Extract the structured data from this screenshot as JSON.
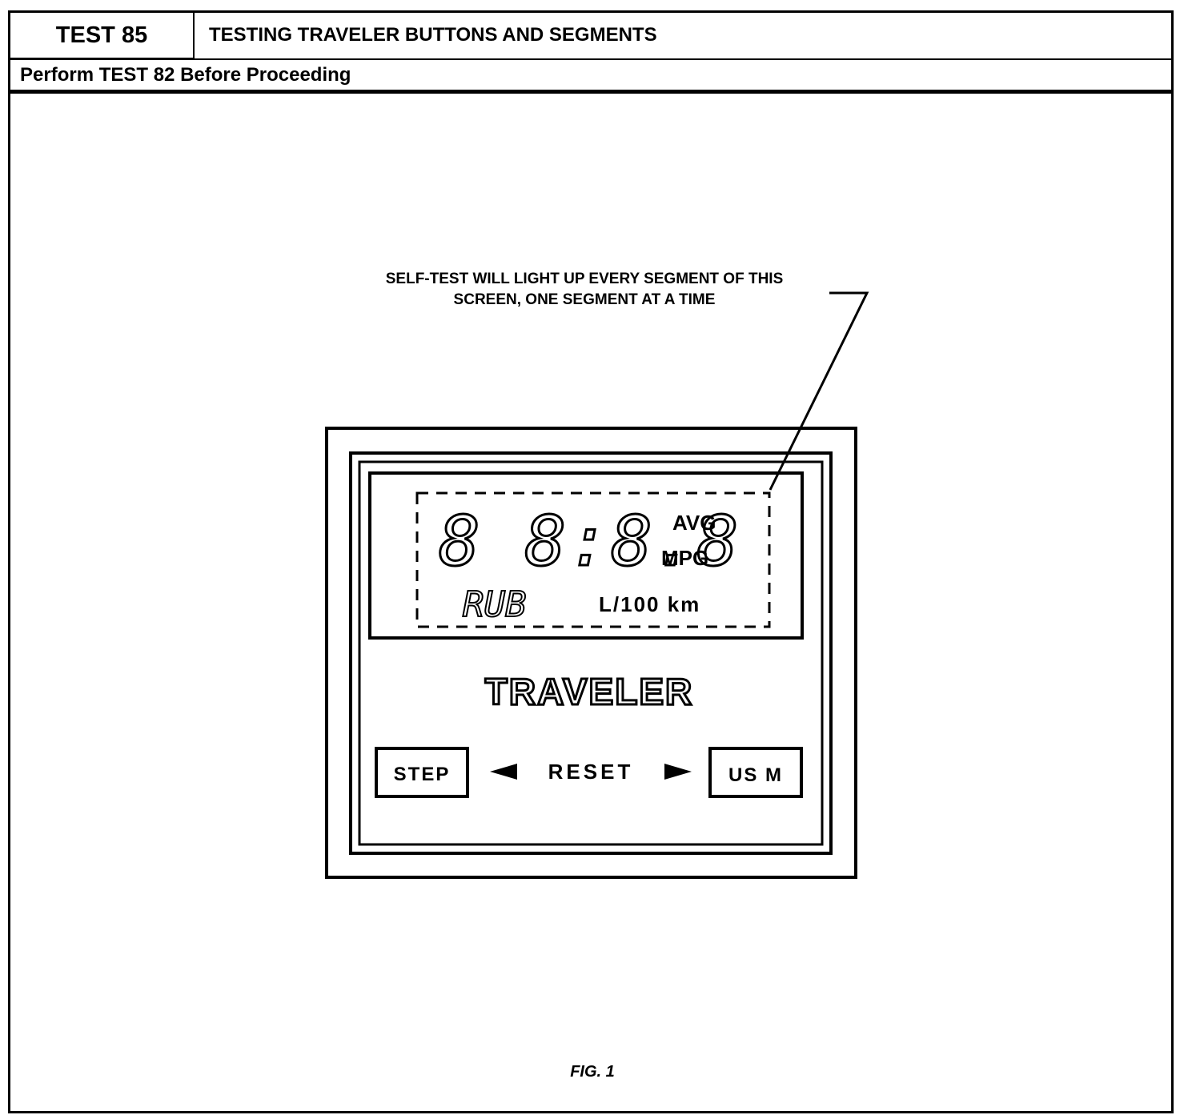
{
  "header": {
    "test_number": "TEST 85",
    "title": "TESTING TRAVELER BUTTONS AND SEGMENTS",
    "prerequisite": "Perform TEST 82 Before Proceeding"
  },
  "callout": {
    "line1": "SELF-TEST WILL LIGHT UP EVERY SEGMENT OF THIS",
    "line2": "SCREEN, ONE SEGMENT AT A TIME"
  },
  "display": {
    "digits_main": "8 8:8.8",
    "label_avg": "AVG",
    "label_mpg": "MPG",
    "small_segments": "RUB",
    "label_l100km": "L/100 km"
  },
  "device": {
    "brand": "TRAVELER",
    "step_button": "STEP",
    "reset_label": "RESET",
    "usm_button": "US M"
  },
  "figure_caption": "FIG. 1"
}
